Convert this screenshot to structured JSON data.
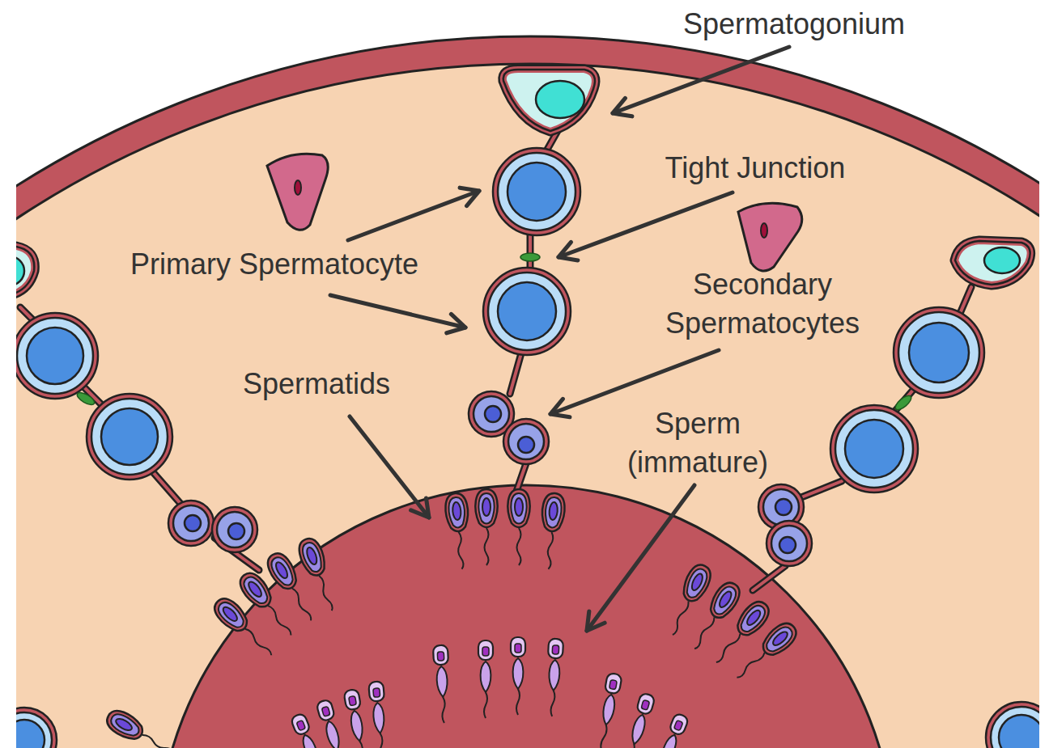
{
  "diagram": {
    "labels": [
      "Spermatogonium",
      "Tight Junction",
      "Primary Spermatocyte",
      "Secondary Spermatocytes",
      "Spermatids",
      "Sperm (immature)"
    ]
  }
}
